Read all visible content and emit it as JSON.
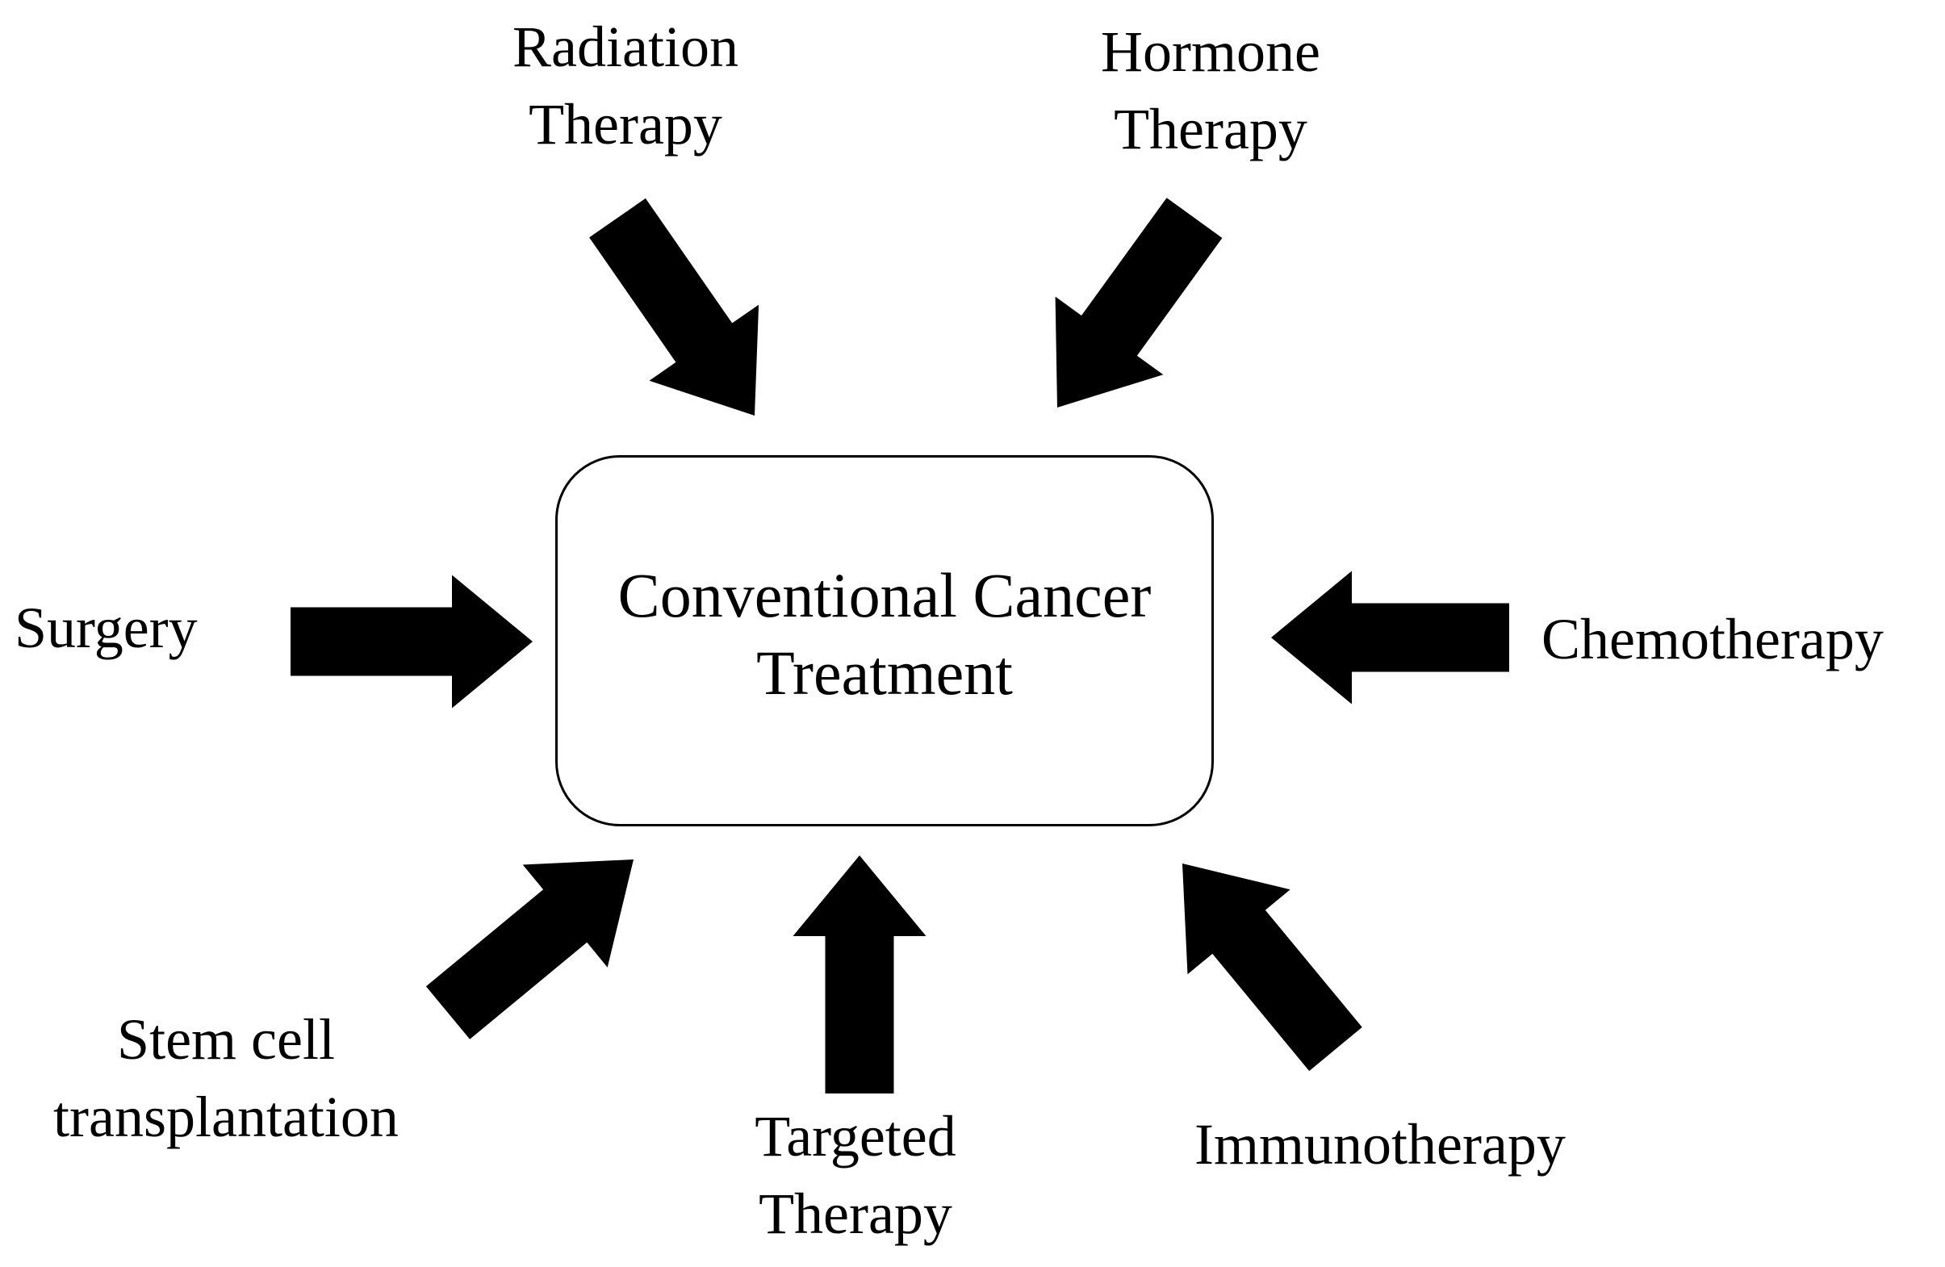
{
  "center": {
    "line1": "Conventional Cancer",
    "line2": "Treatment"
  },
  "inputs": {
    "radiation": {
      "line1": "Radiation",
      "line2": "Therapy"
    },
    "hormone": {
      "line1": "Hormone",
      "line2": "Therapy"
    },
    "surgery": {
      "line1": "Surgery"
    },
    "chemotherapy": {
      "line1": "Chemotherapy"
    },
    "stem_cell": {
      "line1": "Stem cell",
      "line2": "transplantation"
    },
    "targeted": {
      "line1": "Targeted",
      "line2": "Therapy"
    },
    "immunotherapy": {
      "line1": "Immunotherapy"
    }
  },
  "colors": {
    "arrow": "#000000",
    "box_border": "#000000",
    "background": "#ffffff"
  }
}
